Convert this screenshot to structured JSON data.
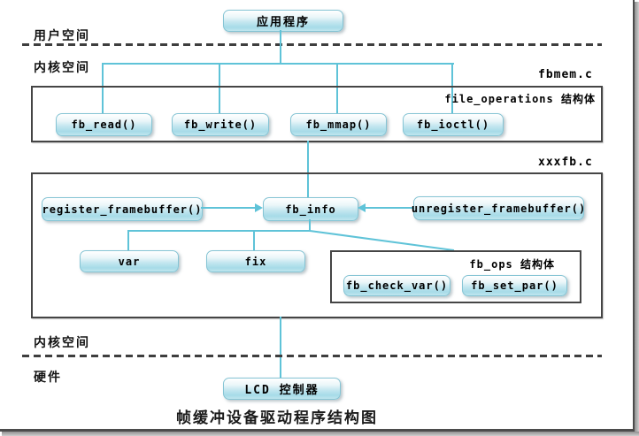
{
  "diagram": {
    "caption": "帧缓冲设备驱动程序结构图",
    "regions": {
      "user_space": "用户空间",
      "kernel_space_top": "内核空间",
      "kernel_space_bottom": "内核空间",
      "hardware": "硬件"
    },
    "files": {
      "fbmem": "fbmem.c",
      "xxxfb": "xxxfb.c"
    },
    "structs": {
      "file_operations": "file_operations 结构体",
      "fb_ops": "fb_ops 结构体"
    },
    "nodes": {
      "app": "应用程序",
      "fb_read": "fb_read()",
      "fb_write": "fb_write()",
      "fb_mmap": "fb_mmap()",
      "fb_ioctl": "fb_ioctl()",
      "register_framebuffer": "register_framebuffer()",
      "fb_info": "fb_info",
      "unregister_framebuffer": "unregister_framebuffer()",
      "var": "var",
      "fix": "fix",
      "fb_check_var": "fb_check_var()",
      "fb_set_par": "fb_set_par()",
      "lcd": "LCD 控制器"
    },
    "colors": {
      "connector": "#5fc3d8",
      "node_fill": "#b5e0eb",
      "node_border": "#85c4d4",
      "box_border": "#454545"
    }
  }
}
